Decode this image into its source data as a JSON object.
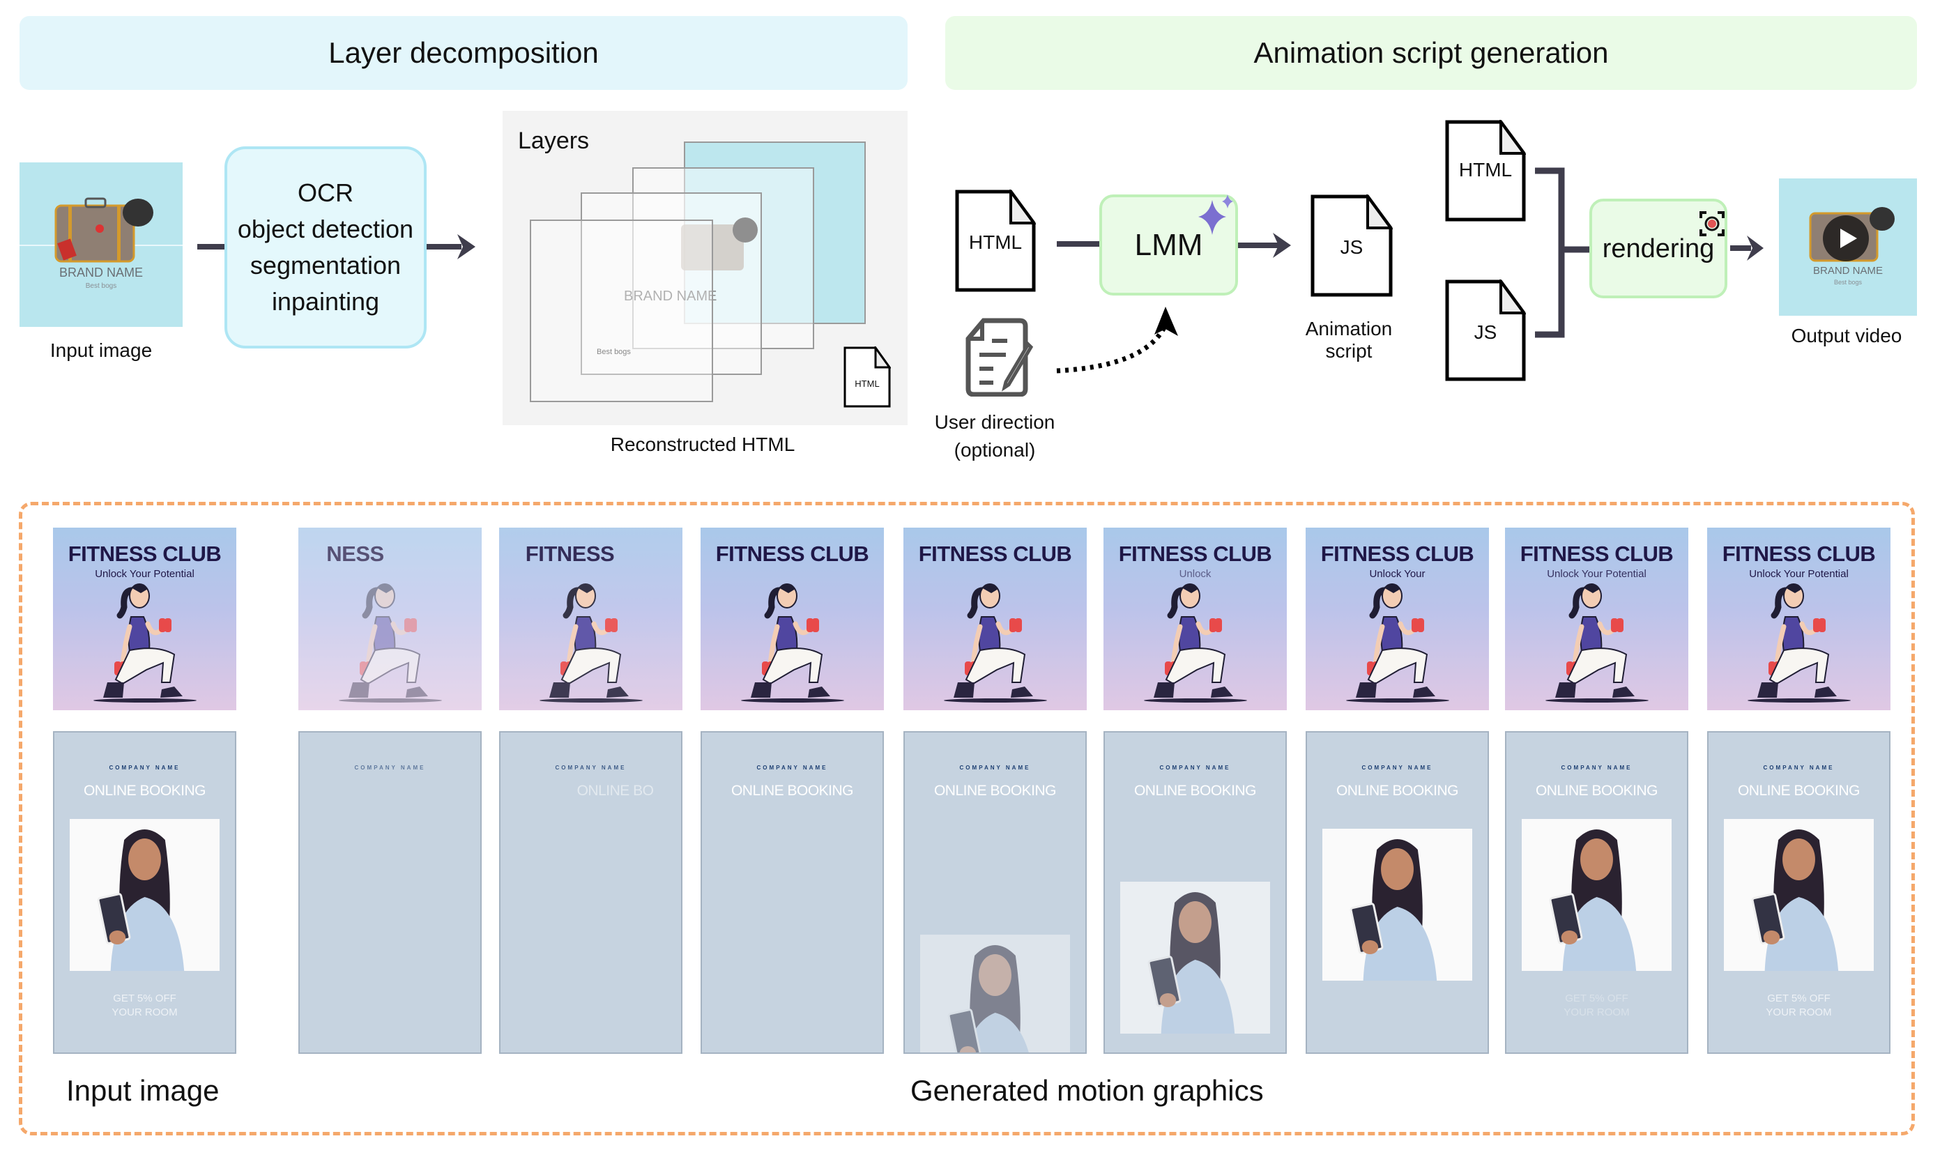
{
  "top": {
    "left_banner": {
      "title": "Layer decomposition",
      "color": "#e3f6fb"
    },
    "right_banner": {
      "title": "Animation script generation",
      "color": "#eafbe7"
    },
    "input_image": {
      "label": "Input image",
      "brand": "BRAND NAME",
      "tagline": "Best bogs"
    },
    "decomposition_steps": [
      "OCR",
      "object detection",
      "segmentation",
      "inpainting"
    ],
    "layers_panel": {
      "title": "Layers",
      "brand": "BRAND NAME",
      "tagline": "Best bogs",
      "doc_label": "HTML",
      "caption": "Reconstructed HTML"
    },
    "html_doc": "HTML",
    "lmm": {
      "label": "LMM",
      "icon": "sparkle-icon",
      "color": "#7b6fd0"
    },
    "user_direction": {
      "line1": "User direction",
      "line2": "(optional)",
      "icon": "document-edit-icon"
    },
    "js_doc": "JS",
    "animation_script_label": [
      "Animation",
      "script"
    ],
    "render_inputs": [
      "HTML",
      "JS"
    ],
    "rendering": {
      "label": "rendering",
      "icon": "record-icon"
    },
    "output_video": {
      "label": "Output video",
      "brand": "BRAND NAME",
      "tagline": "Best bogs",
      "icon": "play-icon"
    }
  },
  "bottom": {
    "border_color": "#f5a86b",
    "input_label": "Input image",
    "generated_label": "Generated motion graphics",
    "fitness": {
      "input": {
        "title": "FITNESS CLUB",
        "subtitle": "Unlock Your Potential"
      },
      "frames": [
        {
          "title": "NESS",
          "subtitle": ""
        },
        {
          "title": "FITNESS",
          "subtitle": ""
        },
        {
          "title": "FITNESS CLUB",
          "subtitle": ""
        },
        {
          "title": "FITNESS CLUB",
          "subtitle": ""
        },
        {
          "title": "FITNESS CLUB",
          "subtitle": "Unlock"
        },
        {
          "title": "FITNESS CLUB",
          "subtitle": "Unlock Your"
        },
        {
          "title": "FITNESS CLUB",
          "subtitle": "Unlock Your Potential"
        },
        {
          "title": "FITNESS CLUB",
          "subtitle": "Unlock Your Potential"
        }
      ]
    },
    "booking": {
      "input": {
        "company": "COMPANY NAME",
        "heading": "ONLINE BOOKING",
        "offer1": "GET 5% OFF",
        "offer2": "YOUR ROOM"
      },
      "frames": [
        {
          "company": "COMPANY NAME",
          "heading": "",
          "offer1": "",
          "offer2": ""
        },
        {
          "company": "COMPANY NAME",
          "heading": "ONLINE BO",
          "offer1": "",
          "offer2": ""
        },
        {
          "company": "COMPANY NAME",
          "heading": "ONLINE BOOKING",
          "offer1": "",
          "offer2": ""
        },
        {
          "company": "COMPANY NAME",
          "heading": "ONLINE BOOKING",
          "offer1": "",
          "offer2": ""
        },
        {
          "company": "COMPANY NAME",
          "heading": "ONLINE BOOKING",
          "offer1": "",
          "offer2": ""
        },
        {
          "company": "COMPANY NAME",
          "heading": "ONLINE BOOKING",
          "offer1": "",
          "offer2": ""
        },
        {
          "company": "COMPANY NAME",
          "heading": "ONLINE BOOKING",
          "offer1": "GET 5% OFF",
          "offer2": "YOUR ROOM"
        },
        {
          "company": "COMPANY NAME",
          "heading": "ONLINE BOOKING",
          "offer1": "GET 5% OFF",
          "offer2": "YOUR ROOM"
        }
      ]
    }
  }
}
